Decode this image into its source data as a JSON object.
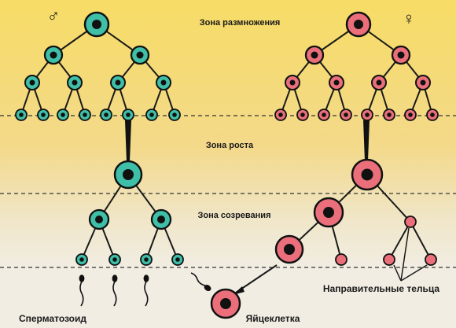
{
  "zones": {
    "reproduction": "Зона размножения",
    "growth": "Зона роста",
    "maturation": "Зона созревания"
  },
  "symbols": {
    "male": "♂",
    "female": "♀"
  },
  "labels": {
    "sperm": "Сперматозоид",
    "egg": "Яйцеклетка",
    "polar_bodies": "Направительные тельца"
  },
  "colors": {
    "male_cell": "#3fbfa8",
    "female_cell": "#ea6f7b",
    "nucleus": "#111111",
    "background_top": "#f4d35a",
    "background_bottom": "#efe9d8"
  }
}
